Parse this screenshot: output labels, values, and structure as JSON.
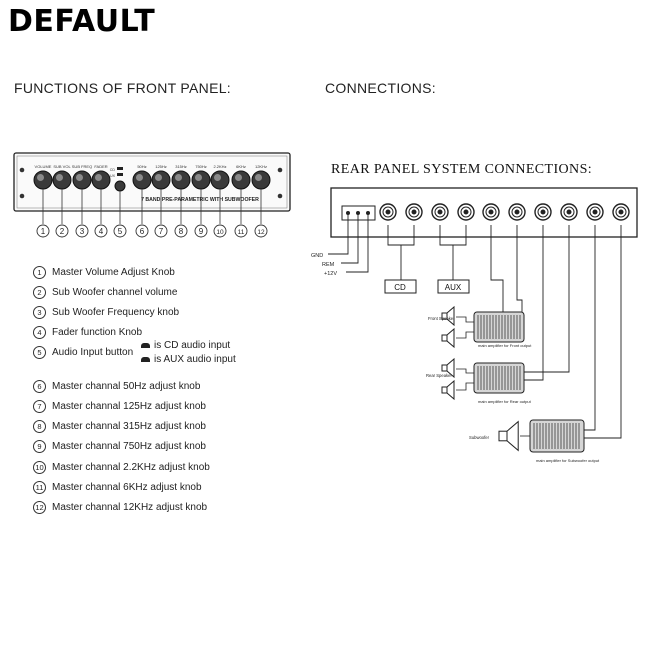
{
  "brand": "DEFAULT",
  "front_title": "FUNCTIONS OF FRONT PANEL:",
  "connections_title": "CONNECTIONS:",
  "rear_title": "REAR PANEL SYSTEM CONNECTIONS:",
  "front_panel": {
    "knob_labels": [
      "VOLUME",
      "SUB VOL",
      "SUB FREQ",
      "FADER",
      "",
      "50Hz",
      "125Hz",
      "315Hz",
      "750Hz",
      "2.2KHz",
      "6KHz",
      "12KHz"
    ],
    "switch_labels": [
      "CD",
      "AUX"
    ],
    "panel_text": "7 BAND PRE-PARAMETRIC WITH SUBWOOFER",
    "numbers": [
      "1",
      "2",
      "3",
      "4",
      "5",
      "6",
      "7",
      "8",
      "9",
      "10",
      "11",
      "12"
    ]
  },
  "legend": [
    {
      "num": "1",
      "text": "Master Volume Adjust Knob"
    },
    {
      "num": "2",
      "text": "Sub Woofer channel volume"
    },
    {
      "num": "3",
      "text": "Sub Woofer Frequency knob"
    },
    {
      "num": "4",
      "text": "Fader function Knob"
    },
    {
      "num": "5",
      "text": "Audio Input button"
    },
    {
      "num": "6",
      "text": "Master channal 50Hz adjust knob"
    },
    {
      "num": "7",
      "text": "Master channal 125Hz adjust knob"
    },
    {
      "num": "8",
      "text": "Master channal 315Hz adjust knob"
    },
    {
      "num": "9",
      "text": "Master channal 750Hz adjust knob"
    },
    {
      "num": "10",
      "text": "Master channal 2.2KHz adjust knob"
    },
    {
      "num": "11",
      "text": "Master channal 6KHz adjust knob"
    },
    {
      "num": "12",
      "text": "Master channal 12KHz adjust knob"
    }
  ],
  "audio_input_notes": [
    "is CD audio input",
    "is AUX audio input"
  ],
  "rear": {
    "power_labels": [
      "GND",
      "REM",
      "+12V"
    ],
    "box_cd": "CD",
    "box_aux": "AUX",
    "front_speaker": "Front Speaker",
    "rear_speaker": "Rear Speaker",
    "subwoofer": "Subwoofer",
    "amp_front": "main amplifier for Front output",
    "amp_rear": "main amplifier for Rear output",
    "amp_sub": "main amplifier for Subwoofer output"
  }
}
